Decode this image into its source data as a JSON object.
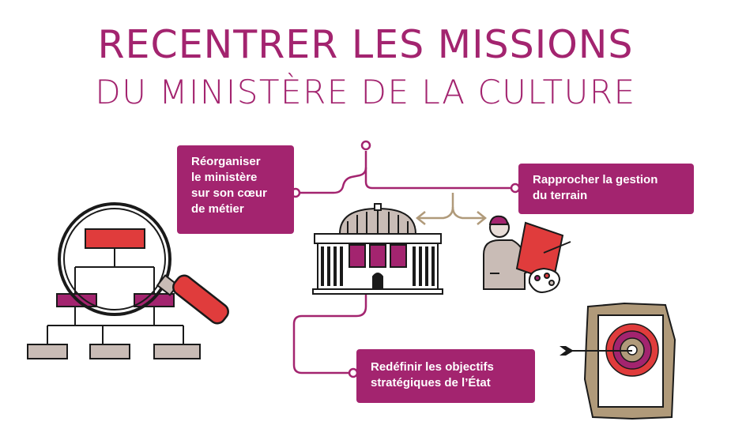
{
  "title": {
    "line1": "RECENTRER LES MISSIONS",
    "line2": "DU MINISTÈRE DE LA CULTURE"
  },
  "boxes": [
    {
      "id": "reorganiser",
      "lines": [
        "Réorganiser",
        "le ministère",
        "sur son cœur",
        "de métier"
      ]
    },
    {
      "id": "rapprocher",
      "lines": [
        "Rapprocher la gestion",
        "du terrain"
      ]
    },
    {
      "id": "redefinir",
      "lines": [
        "Redéfinir les objectifs",
        "stratégiques de l’État"
      ]
    }
  ],
  "colors": {
    "accent": "#a3246f",
    "red": "#e03c3c",
    "grey": "#c9bcb6",
    "dark": "#1a1a1a",
    "tan": "#b09a7a"
  },
  "icons": [
    "magnifier-org-chart-icon",
    "museum-building-icon",
    "painter-icon",
    "target-arrow-icon",
    "two-way-arrow-icon"
  ]
}
